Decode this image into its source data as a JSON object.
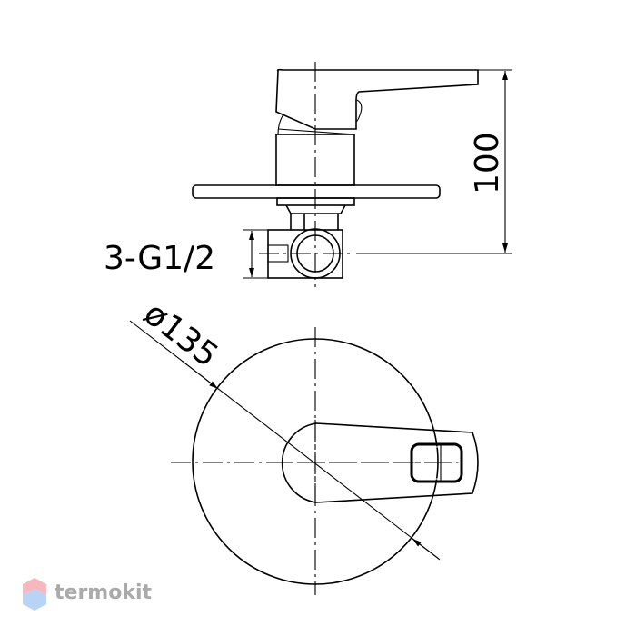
{
  "drawing": {
    "dimension_height": "100",
    "dimension_connection": "3-G1/2",
    "dimension_diameter": "ø135"
  },
  "watermark": {
    "brand": "termokit",
    "colors": {
      "top": "#f7b8bd",
      "bottom": "#b9d3f5",
      "text": "#aaaaaa"
    }
  }
}
